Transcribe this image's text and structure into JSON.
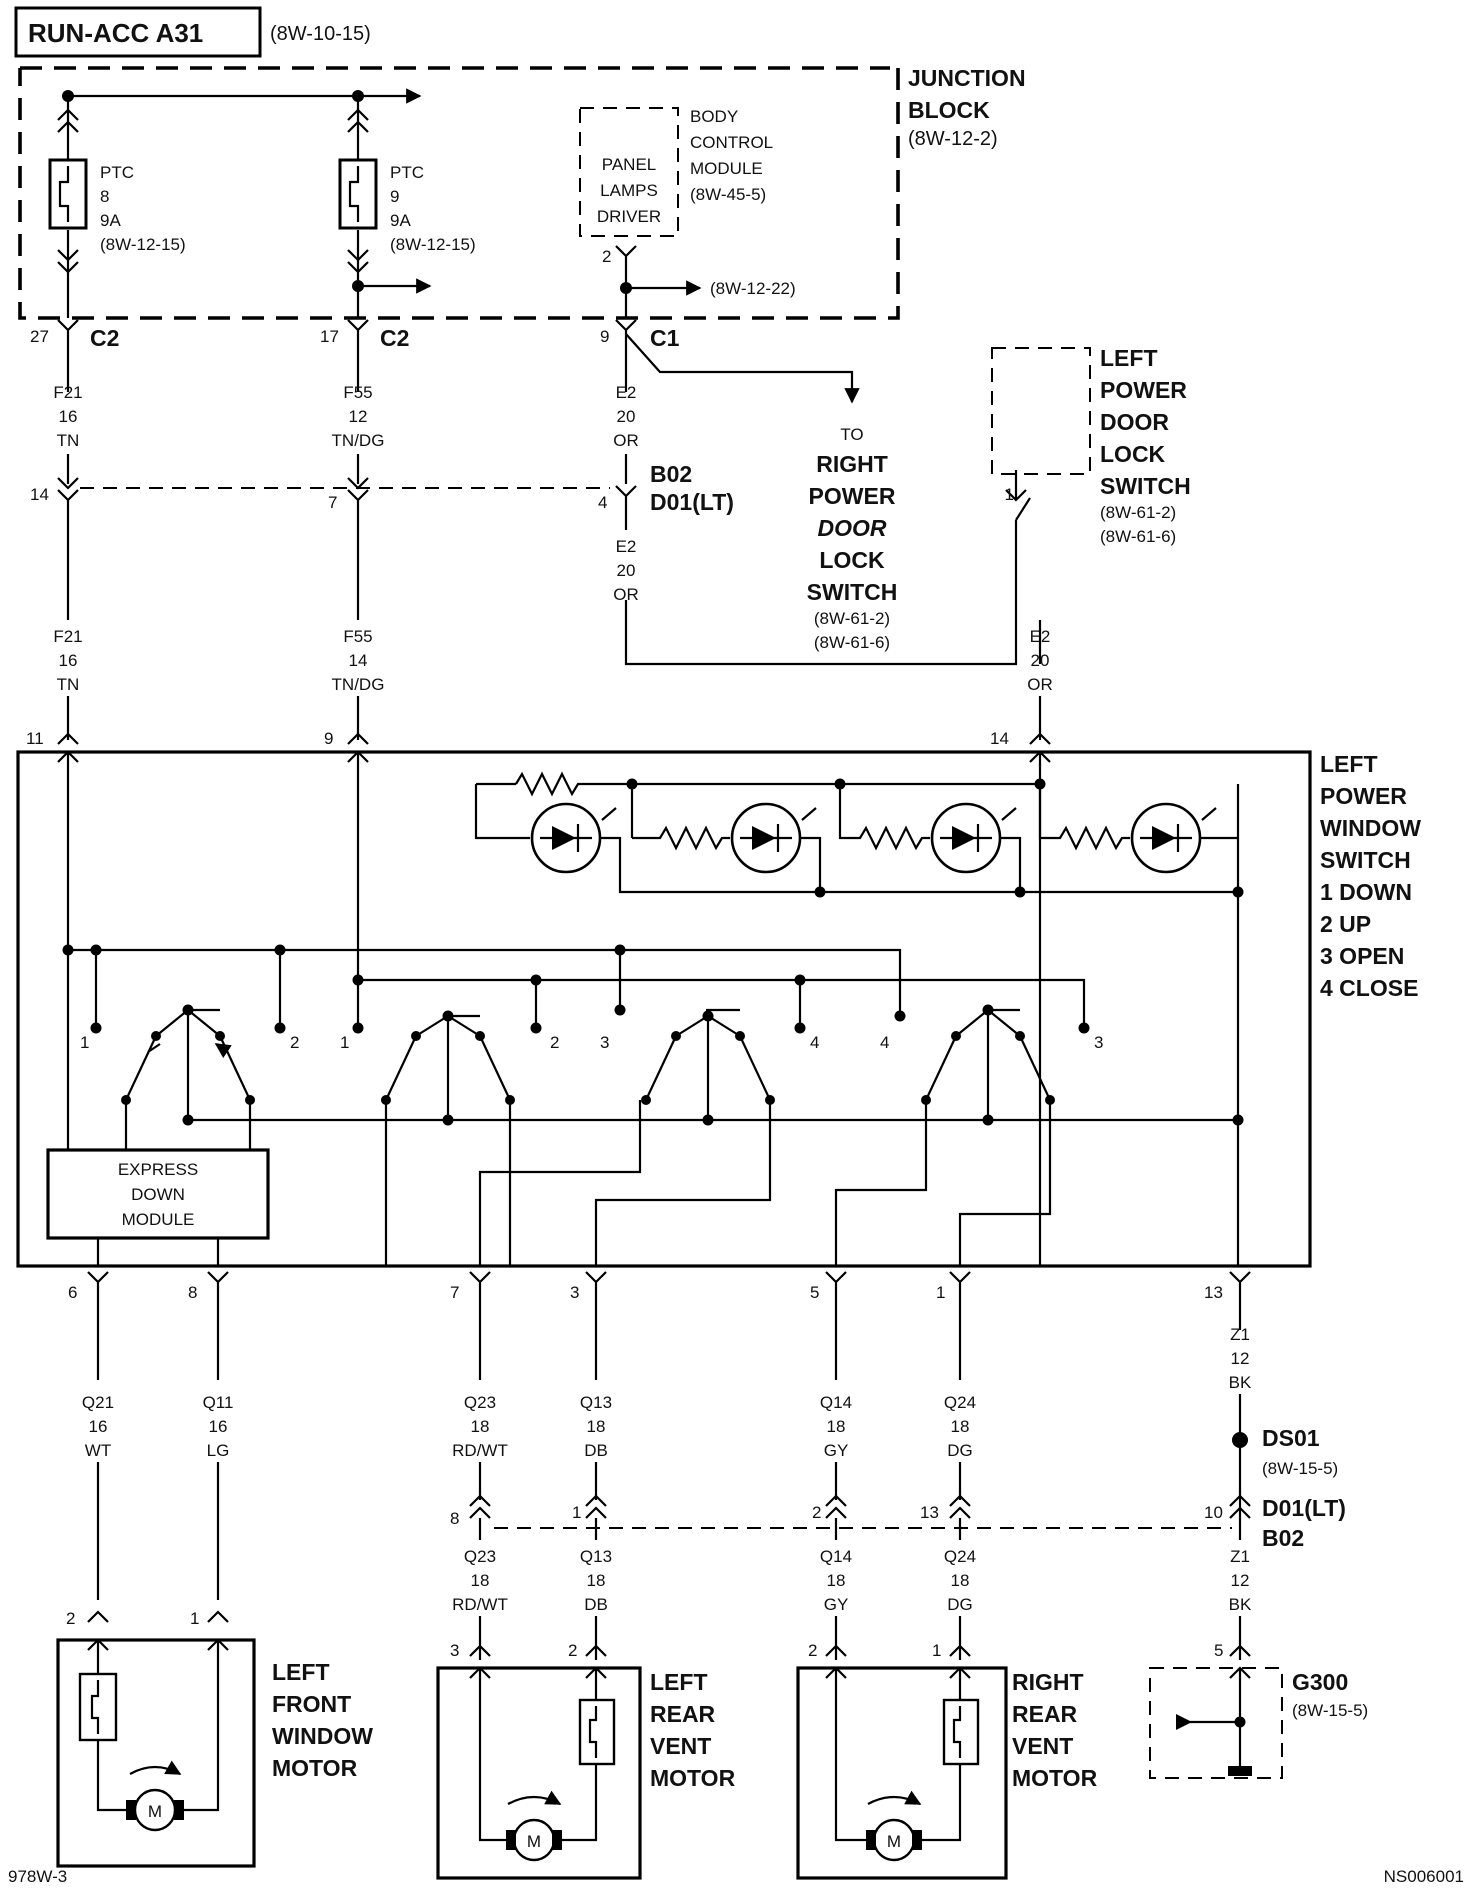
{
  "header": {
    "title": "RUN-ACC A31",
    "ref": "(8W-10-15)"
  },
  "junction_block": {
    "lines": [
      "JUNCTION",
      "BLOCK"
    ],
    "ref": "(8W-12-2)"
  },
  "fuses": [
    {
      "type": "PTC",
      "num": "8",
      "amps": "9A",
      "ref": "(8W-12-15)"
    },
    {
      "type": "PTC",
      "num": "9",
      "amps": "9A",
      "ref": "(8W-12-15)"
    }
  ],
  "bcm": {
    "driver": [
      "PANEL",
      "LAMPS",
      "DRIVER"
    ],
    "module": [
      "BODY",
      "CONTROL",
      "MODULE",
      "(8W-45-5)"
    ],
    "pin": "2",
    "branch_ref": "(8W-12-22)"
  },
  "jb_connectors": [
    {
      "pin": "27",
      "name": "C2"
    },
    {
      "pin": "17",
      "name": "C2"
    },
    {
      "pin": "9",
      "name": "C1"
    }
  ],
  "wires_upper": [
    {
      "circuit": "F21",
      "gauge": "16",
      "color": "TN"
    },
    {
      "circuit": "F55",
      "gauge": "12",
      "color": "TN/DG"
    },
    {
      "circuit": "E2",
      "gauge": "20",
      "color": "OR"
    }
  ],
  "inline_b02": {
    "pins": [
      "14",
      "7",
      "4"
    ],
    "lines": [
      "B02",
      "D01(LT)"
    ]
  },
  "wires_mid": [
    {
      "circuit": "F21",
      "gauge": "16",
      "color": "TN"
    },
    {
      "circuit": "F55",
      "gauge": "14",
      "color": "TN/DG"
    },
    {
      "circuit": "E2",
      "gauge": "20",
      "color": "OR"
    },
    {
      "circuit": "E2",
      "gauge": "20",
      "color": "OR"
    }
  ],
  "right_lock_switch": {
    "prefix": "TO",
    "lines": [
      "RIGHT",
      "POWER",
      "DOOR",
      "LOCK",
      "SWITCH"
    ],
    "refs": [
      "(8W-61-2)",
      "(8W-61-6)"
    ]
  },
  "left_lock_switch": {
    "pin": "1",
    "lines": [
      "LEFT",
      "POWER",
      "DOOR",
      "LOCK",
      "SWITCH"
    ],
    "refs": [
      "(8W-61-2)",
      "(8W-61-6)"
    ]
  },
  "switch_inputs": [
    "11",
    "9",
    "14"
  ],
  "window_switch": {
    "lines": [
      "LEFT",
      "POWER",
      "WINDOW",
      "SWITCH",
      "1 DOWN",
      "2 UP",
      "3 OPEN",
      "4 CLOSE"
    ]
  },
  "contact_labels": [
    "1",
    "2",
    "1",
    "2",
    "3",
    "4",
    "4",
    "3"
  ],
  "express_down": [
    "EXPRESS",
    "DOWN",
    "MODULE"
  ],
  "switch_outputs": [
    "6",
    "8",
    "7",
    "3",
    "5",
    "1",
    "13"
  ],
  "wires_lower": [
    {
      "circuit": "Q21",
      "gauge": "16",
      "color": "WT"
    },
    {
      "circuit": "Q11",
      "gauge": "16",
      "color": "LG"
    },
    {
      "circuit": "Q23",
      "gauge": "18",
      "color": "RD/WT"
    },
    {
      "circuit": "Q13",
      "gauge": "18",
      "color": "DB"
    },
    {
      "circuit": "Q14",
      "gauge": "18",
      "color": "GY"
    },
    {
      "circuit": "Q24",
      "gauge": "18",
      "color": "DG"
    },
    {
      "circuit": "Z1",
      "gauge": "12",
      "color": "BK"
    }
  ],
  "splice": {
    "name": "DS01",
    "ref": "(8W-15-5)"
  },
  "inline_d01": {
    "pins": [
      "8",
      "1",
      "2",
      "13",
      "10"
    ],
    "lines": [
      "D01(LT)",
      "B02"
    ]
  },
  "wires_bottom": [
    {
      "circuit": "Q23",
      "gauge": "18",
      "color": "RD/WT"
    },
    {
      "circuit": "Q13",
      "gauge": "18",
      "color": "DB"
    },
    {
      "circuit": "Q14",
      "gauge": "18",
      "color": "GY"
    },
    {
      "circuit": "Q24",
      "gauge": "18",
      "color": "DG"
    },
    {
      "circuit": "Z1",
      "gauge": "12",
      "color": "BK"
    }
  ],
  "motors": [
    {
      "pins": [
        "2",
        "1"
      ],
      "lines": [
        "LEFT",
        "FRONT",
        "WINDOW",
        "MOTOR"
      ]
    },
    {
      "pins": [
        "3",
        "2"
      ],
      "lines": [
        "LEFT",
        "REAR",
        "VENT",
        "MOTOR"
      ]
    },
    {
      "pins": [
        "2",
        "1"
      ],
      "lines": [
        "RIGHT",
        "REAR",
        "VENT",
        "MOTOR"
      ]
    }
  ],
  "motor_symbol": "M",
  "ground": {
    "pin": "5",
    "name": "G300",
    "ref": "(8W-15-5)"
  },
  "footer": {
    "left": "978W-3",
    "right": "NS006001"
  }
}
